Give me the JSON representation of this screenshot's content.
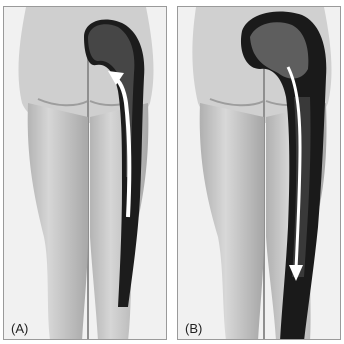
{
  "figure": {
    "panels": [
      {
        "id": "a",
        "label": "(A)",
        "flow_direction": "up"
      },
      {
        "id": "b",
        "label": "(B)",
        "flow_direction": "down"
      }
    ],
    "colors": {
      "background": "#f1f1f1",
      "skin": "#c9c9c9",
      "skin_shadow": "#a9a9a9",
      "muscle_dark": "#1a1a1a",
      "muscle_mid": "#5a5a5a",
      "arrow": "#ffffff"
    }
  }
}
